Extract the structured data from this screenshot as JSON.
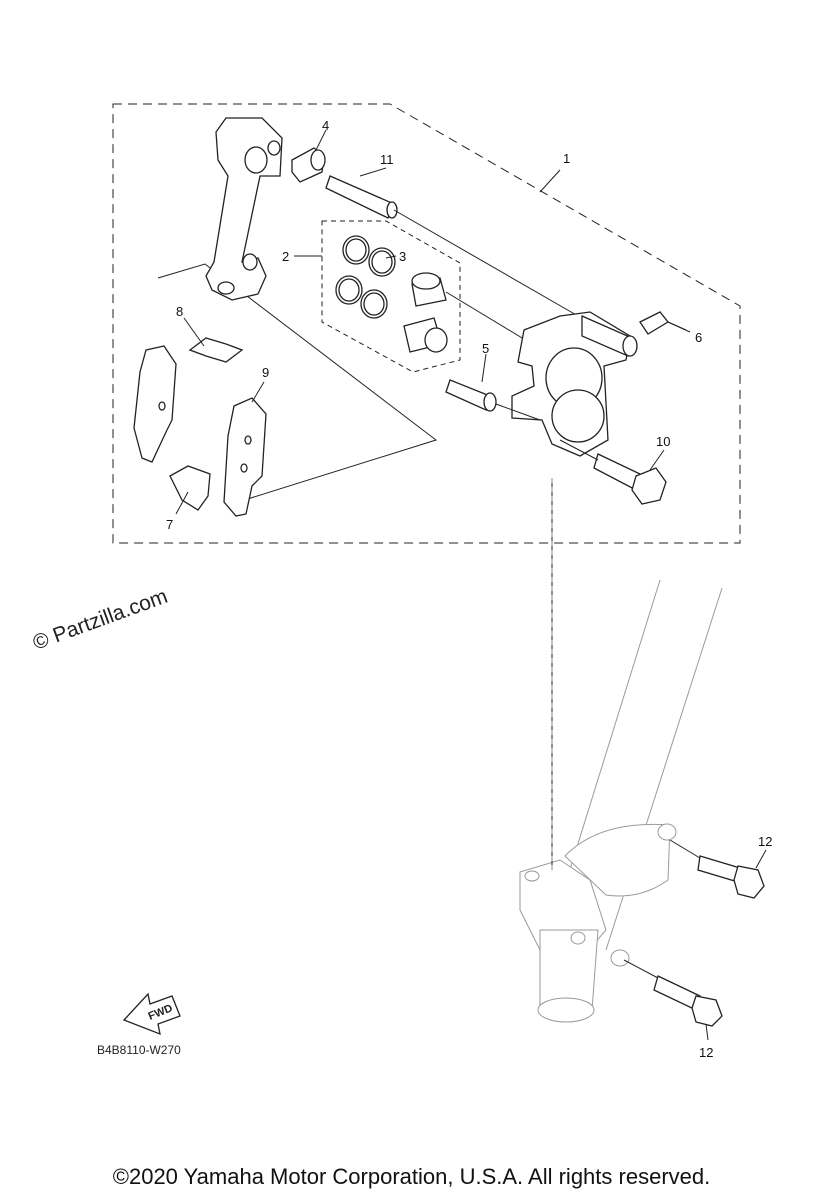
{
  "callouts": {
    "c1": "1",
    "c2": "2",
    "c3": "3",
    "c4": "4",
    "c5": "5",
    "c6": "6",
    "c7": "7",
    "c8": "8",
    "c9": "9",
    "c10": "10",
    "c11": "11",
    "c12a": "12",
    "c12b": "12"
  },
  "fwd_label": "FWD",
  "diagram_code": "B4B8110-W270",
  "watermark": "© Partzilla.com",
  "copyright": "©2020 Yamaha Motor Corporation, U.S.A. All rights reserved."
}
